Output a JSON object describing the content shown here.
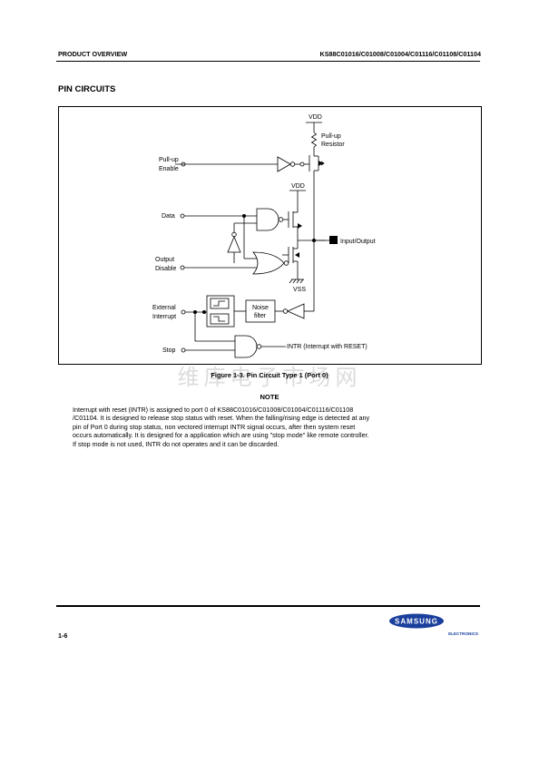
{
  "header": {
    "left": "PRODUCT OVERVIEW",
    "right": "KS88C01016/C01008/C01004/C01116/C01108/C01104"
  },
  "section_title": "PIN CIRCUITS",
  "figure": {
    "labels": {
      "vdd_top": "VDD",
      "pullup_resistor_line1": "Pull-up",
      "pullup_resistor_line2": "Resistor",
      "pullup_enable_line1": "Pull-up",
      "pullup_enable_line2": "Enable",
      "vdd_mid": "VDD",
      "data": "Data",
      "output_disable_line1": "Output",
      "output_disable_line2": "Disable",
      "vss": "VSS",
      "input_output": "Input/Output",
      "external_interrupt_line1": "External",
      "external_interrupt_line2": "Interrupt",
      "noise_filter_line1": "Noise",
      "noise_filter_line2": "filter",
      "stop": "Stop",
      "intr": "INTR (Interrupt with  RESET)"
    },
    "caption": "Figure 1-3. Pin Circuit Type 1 (Port 0)"
  },
  "watermark": "维库电子市场网",
  "note": {
    "title": "NOTE",
    "lines": [
      "Interrupt with reset (INTR) is assigned to port 0 of KS88C01016/C01008/C01004/C01116/C01108",
      "/C01104. It is designed to release stop status with reset. When the falling/rising edge is detected at any",
      "pin of Port 0 during stop status, non vectored interrupt INTR signal occurs, after then system reset",
      "occurs automatically. It is designed for a application which are using \"stop mode\"  like remote controller.",
      "If stop mode is not used,  INTR do not operates and it can be discarded."
    ]
  },
  "footer": {
    "page_number": "1-6",
    "logo_text": "SAMSUNG",
    "logo_subtext": "ELECTRONICS"
  },
  "colors": {
    "logo_blue": "#1a3f9c",
    "text": "#000000",
    "watermark": "#dcdcdc"
  }
}
